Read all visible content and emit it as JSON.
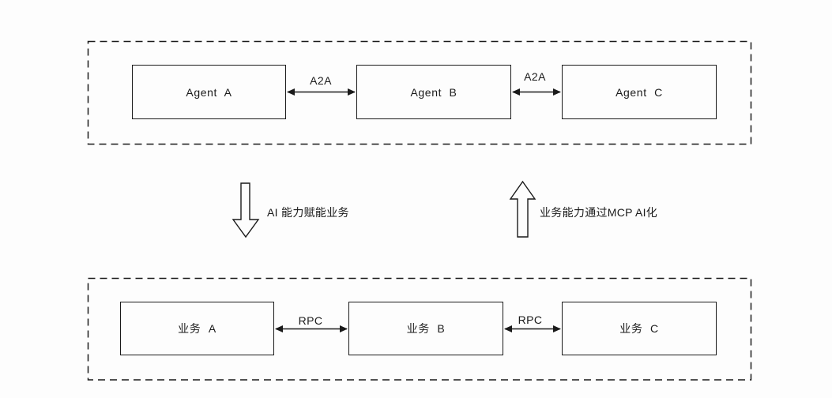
{
  "diagram": {
    "background": "#fdfdfd",
    "stroke_color": "#1a1a1a",
    "agent_layer": {
      "boxes": [
        {
          "label": "Agent A"
        },
        {
          "label": "Agent B"
        },
        {
          "label": "Agent C"
        }
      ],
      "links": [
        {
          "label": "A2A"
        },
        {
          "label": "A2A"
        }
      ]
    },
    "business_layer": {
      "boxes": [
        {
          "label": "业务 A"
        },
        {
          "label": "业务 B"
        },
        {
          "label": "业务 C"
        }
      ],
      "links": [
        {
          "label": "RPC"
        },
        {
          "label": "RPC"
        }
      ]
    },
    "flows": {
      "down_label": "AI 能力赋能业务",
      "up_label": "业务能力通过MCP AI化"
    }
  }
}
